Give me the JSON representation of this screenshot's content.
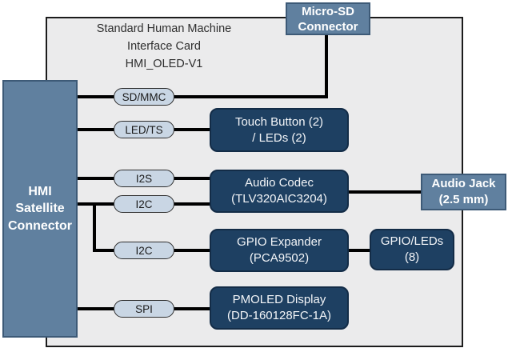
{
  "diagram": {
    "card": {
      "title_lines": [
        "Standard Human Machine",
        "Interface Card",
        "HMI_OLED-V1"
      ]
    },
    "hmi_connector": {
      "label_lines": [
        "HMI",
        "Satellite",
        "Connector"
      ]
    },
    "micro_sd": {
      "label_lines": [
        "Micro-SD",
        "Connector"
      ]
    },
    "audio_jack": {
      "label_lines": [
        "Audio Jack",
        "(2.5 mm)"
      ]
    },
    "buses": {
      "sd_mmc": "SD/MMC",
      "led_ts": "LED/TS",
      "i2s": "I2S",
      "i2c_1": "I2C",
      "i2c_2": "I2C",
      "spi": "SPI"
    },
    "blocks": {
      "touch": {
        "lines": [
          "Touch Button (2)",
          "/ LEDs (2)"
        ]
      },
      "codec": {
        "lines": [
          "Audio Codec",
          "(TLV320AIC3204)"
        ]
      },
      "expander": {
        "lines": [
          "GPIO Expander",
          "(PCA9502)"
        ]
      },
      "pmoled": {
        "lines": [
          "PMOLED Display",
          "(DD-160128FC-1A)"
        ]
      },
      "gpio_leds": {
        "lines": [
          "GPIO/LEDs",
          "(8)"
        ]
      }
    },
    "colors": {
      "steel_blue": "#60809f",
      "navy": "#1e4062",
      "pill_fill": "#c9d6e4",
      "card_fill": "#ebebec",
      "wire": "#000000"
    }
  }
}
